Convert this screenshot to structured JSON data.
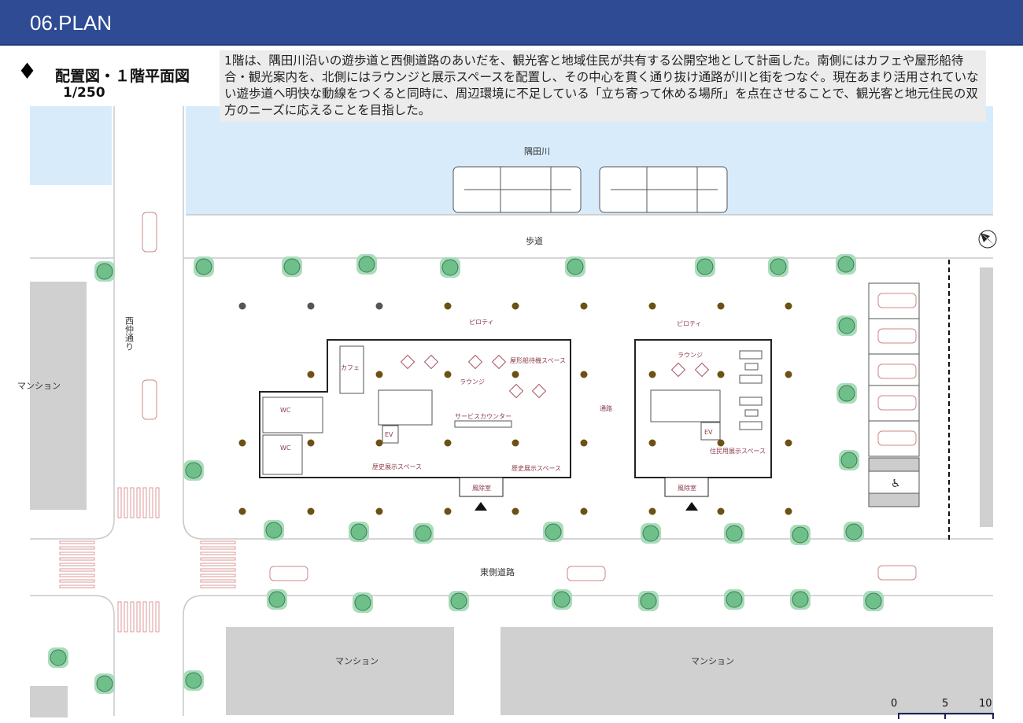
{
  "header": {
    "title": "06.PLAN"
  },
  "section": {
    "icon": "diamond-icon",
    "title": "配置図・１階平面図",
    "scale": "1/250"
  },
  "description": "1階は、隅田川沿いの遊歩道と西側道路のあいだを、観光客と地域住民が共有する公開空地として計画した。南側にはカフェや屋形船待合・観光案内を、北側にはラウンジと展示スペースを配置し、その中心を貫く通り抜け通路が川と街をつなぐ。現在あまり活用されていない遊歩道へ明快な動線をつくると同時に、周辺環境に不足している「立ち寄って休める場所」を点在させることで、観光客と地元住民の双方のニーズに応えることを目指した。",
  "site": {
    "river": "隅田川",
    "walkway": "歩道",
    "west_road": "西仲通り",
    "east_road": "東側道路",
    "mansion_west": "マンション",
    "mansion_south1": "マンション",
    "mansion_south2": "マンション"
  },
  "building_a": {
    "pilotis": "ピロティ",
    "cafe": "カフェ",
    "boat_waiting": "屋形船待機スペース",
    "lounge": "ラウンジ",
    "service_counter": "サービスカウンター",
    "history_exhibit_1": "歴史展示スペース",
    "history_exhibit_2": "歴史展示スペース",
    "wc_1": "WC",
    "wc_2": "WC",
    "ev": "EV",
    "windbreak": "風除室"
  },
  "passage": "通路",
  "building_b": {
    "pilotis": "ピロティ",
    "lounge": "ラウンジ",
    "resident_exhibit": "住民用展示スペース",
    "ev": "EV",
    "windbreak": "風除室"
  },
  "scale_bar": {
    "ticks": [
      "0",
      "5",
      "10"
    ]
  },
  "colors": {
    "header": "#2e4b94",
    "river": "#d8ebfb",
    "building_gray": "#d0d0d0",
    "tree": "#6fbf8a",
    "column": "#6b5214",
    "room_label": "#8a3a48"
  }
}
